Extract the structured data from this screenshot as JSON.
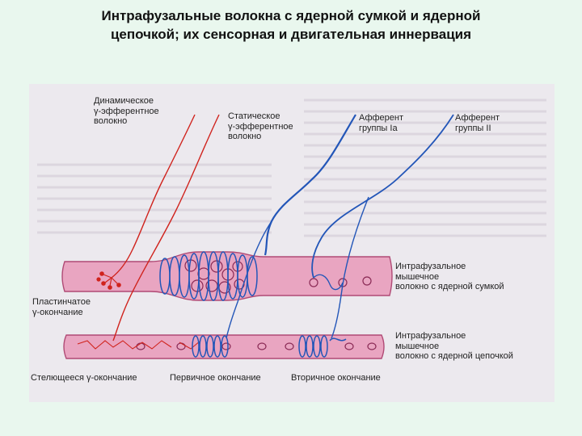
{
  "title": {
    "line1": "Интрафузальные волокна с ядерной сумкой и ядерной",
    "line2": "цепочкой; их сенсорная и двигательная иннервация"
  },
  "labels": {
    "dynamic_gamma": "Динамическое\nγ-эфферентное\nволокно",
    "static_gamma": "Статическое\nγ-эфферентное\nволокно",
    "afferent_1a": "Афферент\nгруппы Ia",
    "afferent_2": "Афферент\nгруппы II",
    "bag_fiber": "Интрафузальное\nмышечное\nволокно с ядерной сумкой",
    "chain_fiber": "Интрафузальное\nмышечное\nволокно с ядерной цепочкой",
    "plate_ending": "Пластинчатое\nγ-окончание",
    "trail_ending": "Стелющееся γ-окончание",
    "primary_ending": "Первичное окончание",
    "secondary_ending": "Вторичное окончание"
  },
  "colors": {
    "page_bg": "#e9f7ee",
    "panel_bg": "#ece9ee",
    "fiber_fill": "#e9a5c1",
    "fiber_stroke": "#b04a75",
    "gamma_efferent": "#d0231d",
    "afferent": "#2356b8"
  }
}
